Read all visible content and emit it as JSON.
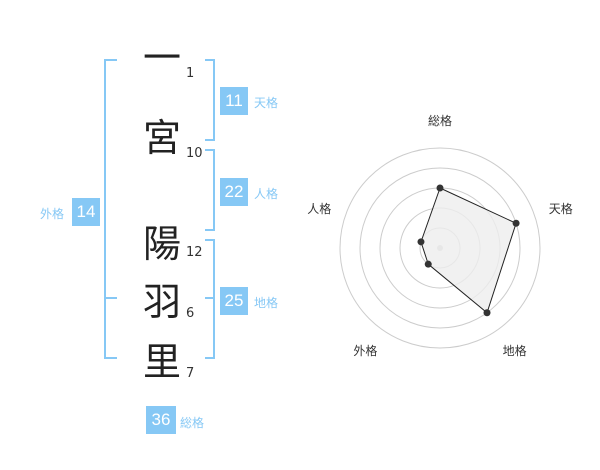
{
  "name": {
    "characters": [
      {
        "char": "一",
        "strokes": "1"
      },
      {
        "char": "宮",
        "strokes": "10"
      },
      {
        "char": "陽",
        "strokes": "12"
      },
      {
        "char": "羽",
        "strokes": "6"
      },
      {
        "char": "里",
        "strokes": "7"
      }
    ]
  },
  "kakusu": {
    "tenkaku": {
      "value": "11",
      "label": "天格"
    },
    "jinkaku": {
      "value": "22",
      "label": "人格"
    },
    "chikaku": {
      "value": "25",
      "label": "地格"
    },
    "gaikaku": {
      "value": "14",
      "label": "外格"
    },
    "soukaku": {
      "value": "36",
      "label": "総格"
    }
  },
  "colors": {
    "accent": "#86c8f5",
    "bracket": "#86c8f5",
    "chart_fill": "#eeeeee",
    "chart_line": "#222222"
  },
  "chart_data": {
    "type": "radar",
    "axes": [
      "総格",
      "天格",
      "地格",
      "外格",
      "人格"
    ],
    "values": [
      3,
      4,
      4,
      1,
      1
    ],
    "max": 5,
    "grid": true
  }
}
